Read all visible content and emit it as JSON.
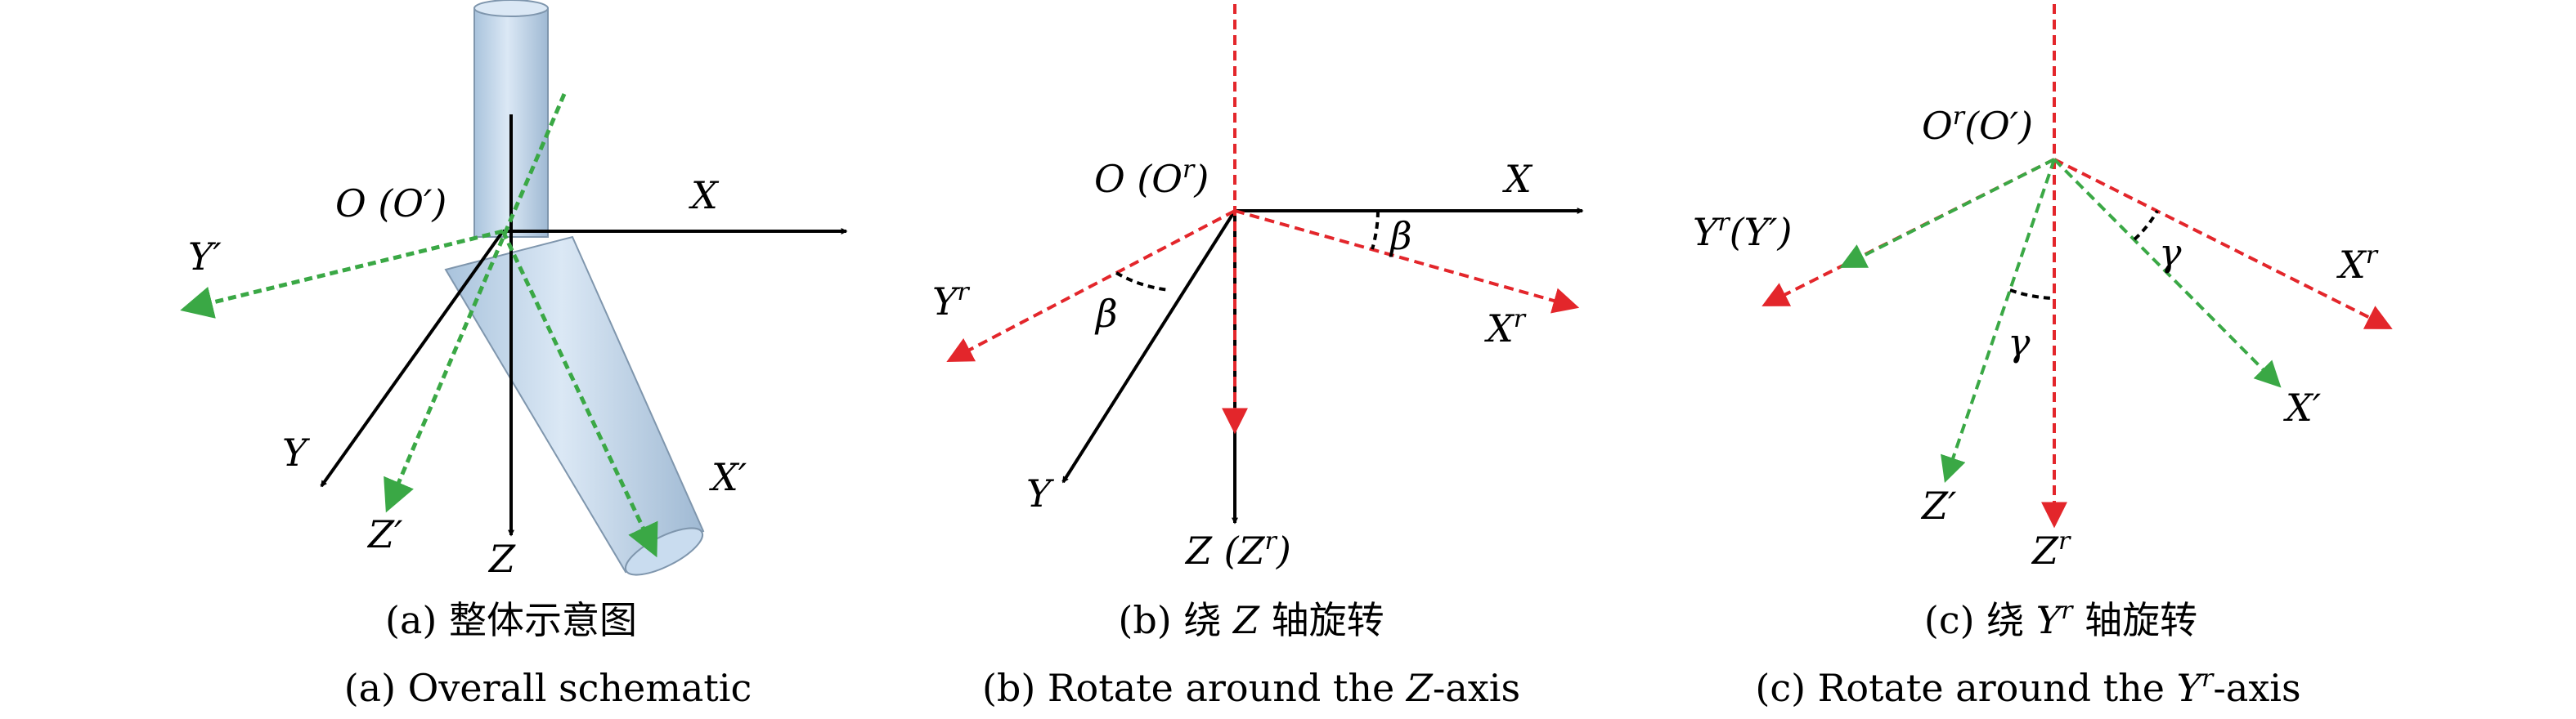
{
  "panel_a": {
    "origin_label": "O (O′)",
    "x": "X",
    "y": "Y",
    "z": "Z",
    "xp": "X′",
    "yp": "Y′",
    "zp": "Z′",
    "caption_cn": "(a) 整体示意图",
    "caption_en": "(a) Overall schematic"
  },
  "panel_b": {
    "origin_label_main": "O (O",
    "origin_label_sup": "r",
    "origin_label_end": ")",
    "x": "X",
    "y": "Y",
    "z_main": "Z (Z",
    "z_sup": "r",
    "z_end": ")",
    "xr": "X",
    "xr_sup": "r",
    "yr": "Y",
    "yr_sup": "r",
    "beta": "β",
    "caption_cn_1": "(b) 绕 ",
    "caption_cn_axis": "Z",
    "caption_cn_2": " 轴旋转",
    "caption_en_1": "(b) Rotate around the ",
    "caption_en_axis": "Z",
    "caption_en_2": "-axis"
  },
  "panel_c": {
    "origin_main": "O",
    "origin_sup": "r",
    "origin_end": "(O′)",
    "yr_main": "Y",
    "yr_sup": "r",
    "yr_end": "(Y′)",
    "xr": "X",
    "xr_sup": "r",
    "xp": "X′",
    "zp": "Z′",
    "zr": "Z",
    "zr_sup": "r",
    "gamma": "γ",
    "caption_cn_1": "(c) 绕 ",
    "caption_cn_axis": "Y",
    "caption_cn_sup": "r",
    "caption_cn_2": " 轴旋转",
    "caption_en_1": "(c) Rotate around the ",
    "caption_en_axis": "Y",
    "caption_en_sup": "r",
    "caption_en_2": "-axis"
  },
  "colors": {
    "black": "#000000",
    "red": "#e3262b",
    "green": "#3aa845",
    "tool": "#c9dcef",
    "tool_edge": "#7f96ad"
  }
}
